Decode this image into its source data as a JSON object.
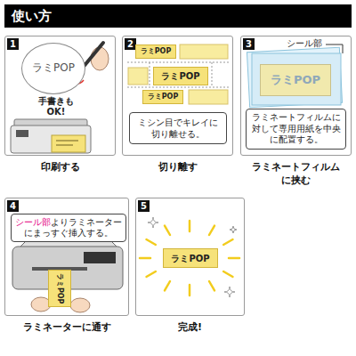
{
  "diagram": {
    "title": "使い方",
    "nodes": [
      {
        "text": [
          "印刷する"
        ]
      },
      {
        "text": [
          "1"
        ],
        "in": 0
      },
      {
        "text": [
          "ラミPOP"
        ],
        "in": 0
      },
      {
        "text": [
          "切り離す"
        ]
      },
      {
        "text": [
          "2"
        ],
        "in": 3
      },
      {
        "text": [
          "ラミPOP"
        ],
        "in": 3
      },
      {
        "text": [
          "ラミPOP"
        ],
        "in": 3
      },
      {
        "text": [
          "ラミPOP"
        ],
        "in": 3
      },
      {
        "text": [
          "ミシン目でキレイに 切り離せる。"
        ],
        "in": 3
      },
      {
        "text": [
          "ラミネートフィルム に挟む"
        ]
      },
      {
        "text": [
          "3"
        ],
        "in": 9
      },
      {
        "text": [
          "ラミPOP"
        ],
        "in": 9
      },
      {
        "text": [
          "ラミネートフィルムに 対して専用用紙を中央 に配置する。"
        ],
        "in": 9
      },
      {
        "text": [
          "ラミネーターに通す"
        ]
      },
      {
        "text": [
          "4"
        ],
        "in": 13
      },
      {
        "text": [
          "シール部",
          "よりラミネーター にまっすぐ挿入する。"
        ],
        "in": 13
      },
      {
        "text": [
          "ラミPOP"
        ],
        "in": 13
      },
      {
        "text": [
          "完成!"
        ]
      },
      {
        "text": [
          "5"
        ],
        "in": 17
      },
      {
        "text": [
          "ラミPOP"
        ],
        "in": 17
      }
    ],
    "labels": [
      "手書きも OK!",
      "シール部"
    ]
  }
}
